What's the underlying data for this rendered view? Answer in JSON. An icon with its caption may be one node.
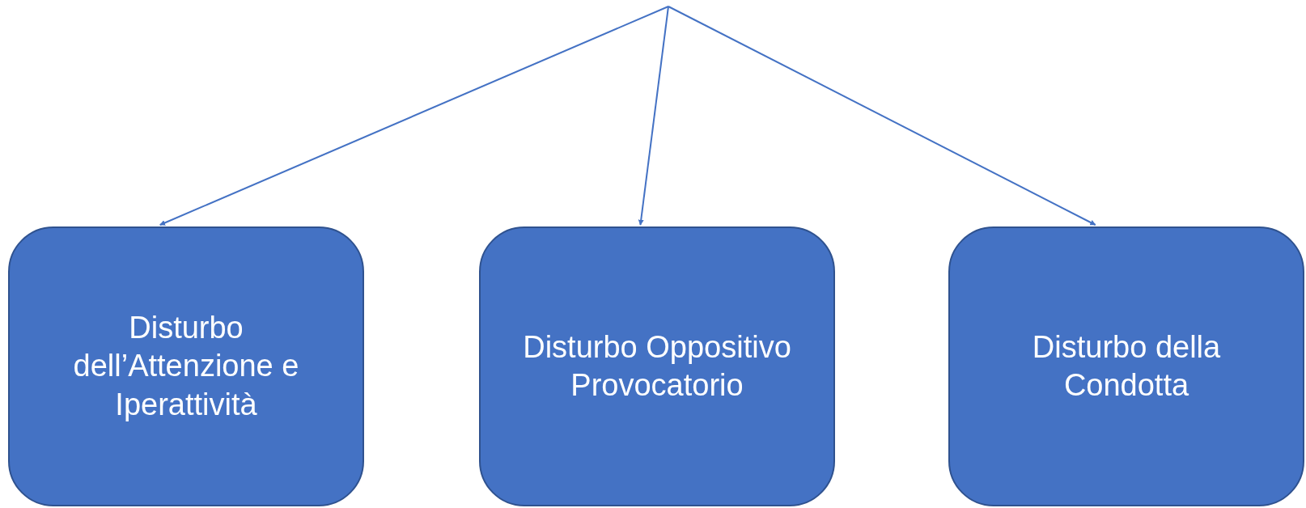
{
  "diagram": {
    "nodes": [
      {
        "text": [
          "Disturbo dell’Attenzione e Iperattività"
        ]
      },
      {
        "text": [
          "Disturbo Oppositivo Provocatorio"
        ]
      },
      {
        "text": [
          "Disturbo della Condotta"
        ]
      }
    ],
    "edges": [
      {
        "from": null,
        "to": 0,
        "arrow": "to"
      },
      {
        "from": null,
        "to": 1,
        "arrow": "to"
      },
      {
        "from": null,
        "to": 2,
        "arrow": "to"
      }
    ]
  }
}
